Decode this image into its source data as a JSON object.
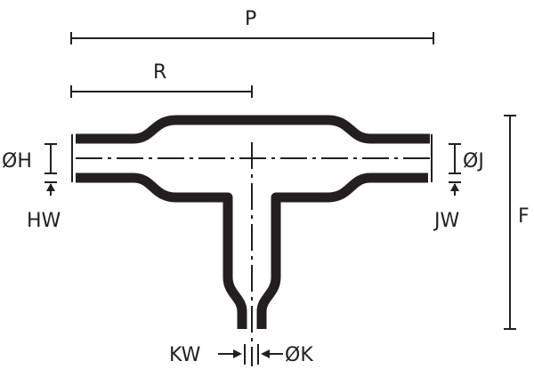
{
  "diagram": {
    "title": "Heat-shrink T-junction dimensions",
    "labels": {
      "P": "P",
      "R": "R",
      "H": "ØH",
      "HW": "HW",
      "J": "ØJ",
      "JW": "JW",
      "F": "F",
      "KW": "KW",
      "K": "ØK"
    },
    "colors": {
      "ink": "#231f20",
      "background": "#ffffff"
    }
  }
}
